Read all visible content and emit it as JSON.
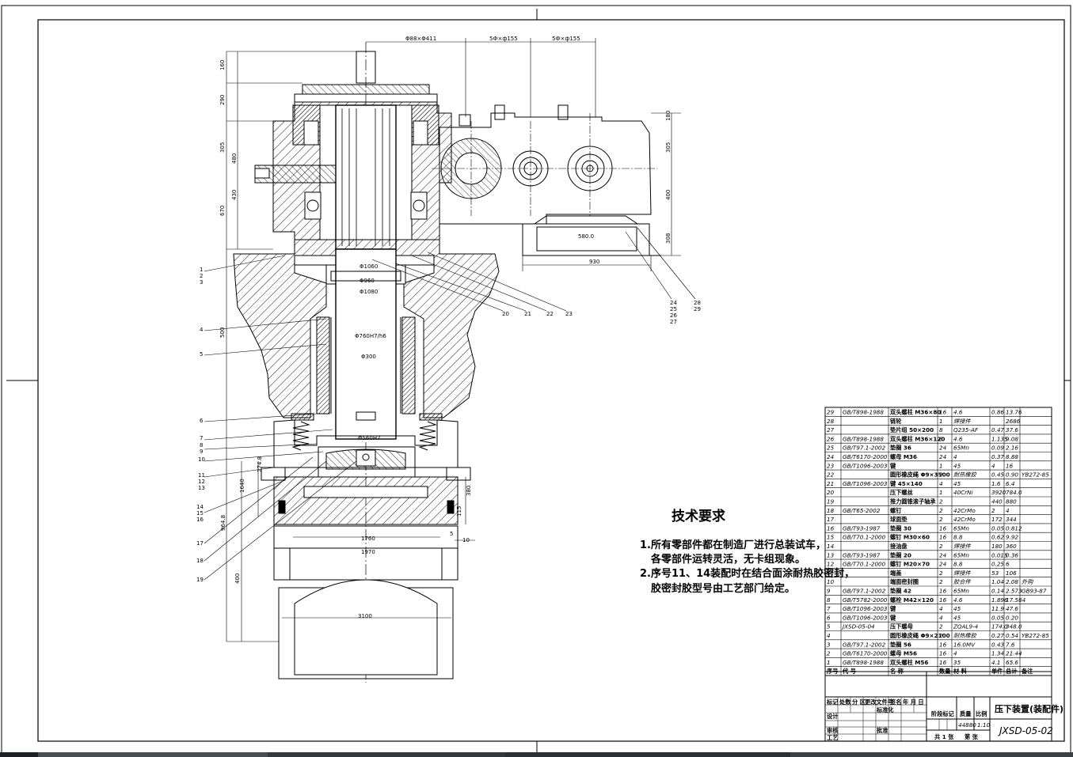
{
  "tech_requirements": {
    "title": "技术要求",
    "lines": [
      "1.所有零部件都在制造厂进行总装试车，",
      "各零部件运转灵活，无卡组现象。",
      "2.序号11、14装配时在结合面涂耐热胶密封，",
      "胶密封胶型号由工艺部门给定。"
    ]
  },
  "parts_list": {
    "rows": [
      {
        "no": "29",
        "code": "GB/T898-1988",
        "name": "双头螺柱 M36×80",
        "qty": "16",
        "material": "4.6",
        "unit": "0.86",
        "total": "13.76",
        "note": ""
      },
      {
        "no": "28",
        "code": "",
        "name": "链轮",
        "qty": "1",
        "material": "焊接件",
        "unit": "",
        "total": "2686",
        "note": ""
      },
      {
        "no": "27",
        "code": "",
        "name": "垫片组 50×200",
        "qty": "8",
        "material": "Q235-AF",
        "unit": "0.47",
        "total": "37.6",
        "note": ""
      },
      {
        "no": "26",
        "code": "GB/T898-1988",
        "name": "双头螺柱 M36×120",
        "qty": "8",
        "material": "4.6",
        "unit": "1.135",
        "total": "9.08",
        "note": ""
      },
      {
        "no": "25",
        "code": "GB/T97.1-2002",
        "name": "垫圈 36",
        "qty": "24",
        "material": "65Mn",
        "unit": "0.09",
        "total": "2.16",
        "note": ""
      },
      {
        "no": "24",
        "code": "GB/T6170-2000",
        "name": "螺母 M36",
        "qty": "24",
        "material": "4",
        "unit": "0.37",
        "total": "8.88",
        "note": ""
      },
      {
        "no": "23",
        "code": "GB/T1096-2003",
        "name": "键",
        "qty": "1",
        "material": "45",
        "unit": "4",
        "total": "16",
        "note": ""
      },
      {
        "no": "22",
        "code": "",
        "name": "圆形橡皮绳 Φ9×3500",
        "qty": "2",
        "material": "耐热橡胶",
        "unit": "0.45",
        "total": "0.90",
        "note": "YB272-85"
      },
      {
        "no": "21",
        "code": "GB/T1096-2003",
        "name": "键 45×140",
        "qty": "4",
        "material": "45",
        "unit": "1.6",
        "total": "6.4",
        "note": ""
      },
      {
        "no": "20",
        "code": "",
        "name": "压下螺丝",
        "qty": "1",
        "material": "40CrNi",
        "unit": "3920",
        "total": "784.0",
        "note": ""
      },
      {
        "no": "19",
        "code": "",
        "name": "推力圆锥滚子轴承",
        "qty": "2",
        "material": "",
        "unit": "440",
        "total": "880",
        "note": ""
      },
      {
        "no": "18",
        "code": "GB/T65-2002",
        "name": "螺钉",
        "qty": "2",
        "material": "42CrMo",
        "unit": "2",
        "total": "4",
        "note": ""
      },
      {
        "no": "17",
        "code": "",
        "name": "球面垫",
        "qty": "2",
        "material": "42CrMo",
        "unit": "172",
        "total": "344",
        "note": ""
      },
      {
        "no": "16",
        "code": "GB/T93-1987",
        "name": "垫圈 30",
        "qty": "16",
        "material": "65Mn",
        "unit": "0.05",
        "total": "0.812",
        "note": ""
      },
      {
        "no": "15",
        "code": "GB/T70.1-2000",
        "name": "螺钉 M30×60",
        "qty": "16",
        "material": "8.8",
        "unit": "0.62",
        "total": "9.92",
        "note": ""
      },
      {
        "no": "14",
        "code": "",
        "name": "接油盘",
        "qty": "2",
        "material": "焊接件",
        "unit": "180",
        "total": "360",
        "note": ""
      },
      {
        "no": "13",
        "code": "GB/T93-1987",
        "name": "垫圈 20",
        "qty": "24",
        "material": "65Mn",
        "unit": "0.015",
        "total": "0.36",
        "note": ""
      },
      {
        "no": "12",
        "code": "GB/T70.1-2000",
        "name": "螺钉 M20×70",
        "qty": "24",
        "material": "8.8",
        "unit": "0.25",
        "total": "6",
        "note": ""
      },
      {
        "no": "11",
        "code": "",
        "name": "端盖",
        "qty": "2",
        "material": "焊接件",
        "unit": "53",
        "total": "106",
        "note": ""
      },
      {
        "no": "10",
        "code": "",
        "name": "端面密封圈",
        "qty": "2",
        "material": "胶合件",
        "unit": "1.04",
        "total": "2.08",
        "note": "外购"
      },
      {
        "no": "9",
        "code": "GB/T97.1-2002",
        "name": "垫圈 42",
        "qty": "16",
        "material": "65Mn",
        "unit": "0.14",
        "total": "2.573",
        "note": "GB93-87"
      },
      {
        "no": "8",
        "code": "GB/T5782-2000",
        "name": "螺栓 M42×120",
        "qty": "16",
        "material": "4.6",
        "unit": "1.896",
        "total": "17.584",
        "note": ""
      },
      {
        "no": "7",
        "code": "GB/T1096-2003",
        "name": "键",
        "qty": "4",
        "material": "45",
        "unit": "11.9",
        "total": "47.6",
        "note": ""
      },
      {
        "no": "6",
        "code": "GB/T1096-2003",
        "name": "键",
        "qty": "4",
        "material": "45",
        "unit": "0.05",
        "total": "0.20",
        "note": ""
      },
      {
        "no": "5",
        "code": "JXSD-05-04",
        "name": "压下螺母",
        "qty": "2",
        "material": "ZQAL9-4",
        "unit": "174.0",
        "total": "348.0",
        "note": ""
      },
      {
        "no": "4",
        "code": "",
        "name": "圆形橡皮绳 Φ9×2100",
        "qty": "2",
        "material": "耐热橡胶",
        "unit": "0.27",
        "total": "0.54",
        "note": "YB272-85"
      },
      {
        "no": "3",
        "code": "GB/T97.1-2002",
        "name": "垫圈 56",
        "qty": "16",
        "material": "16.0MV",
        "unit": "0.43",
        "total": "7.6",
        "note": ""
      },
      {
        "no": "2",
        "code": "GB/T6170-2000",
        "name": "螺母 M56",
        "qty": "16",
        "material": "4",
        "unit": "1.34",
        "total": "21.44",
        "note": ""
      },
      {
        "no": "1",
        "code": "GB/T898-1988",
        "name": "双头螺柱 M56",
        "qty": "16",
        "material": "35",
        "unit": "4.1",
        "total": "65.6",
        "note": ""
      }
    ],
    "header": [
      "序号",
      "代 号",
      "名 称",
      "数量",
      "材 料",
      "单件",
      "总计",
      "备注"
    ]
  },
  "title_block": {
    "drawing_title": "压下装置(装配件)",
    "drawing_no": "JXSD-05-02",
    "mass": "44880",
    "scale": "1:10",
    "labels": {
      "stage": "阶段标记",
      "mass": "质量",
      "scale": "比例",
      "sheet_total": "共 1 张",
      "sheet_no": "第 张",
      "mark": "标记",
      "count": "处数",
      "zone": "分 区",
      "change_doc": "更改文件号",
      "sign": "签名",
      "date": "年 月 日",
      "designer": "设计",
      "standardize": "标准化",
      "checker": "审核",
      "process": "工艺",
      "approve": "批准"
    }
  },
  "dimensions": {
    "top": [
      "Φ88×Φ411",
      "5Ф×ф155",
      "5Ф×ф155"
    ],
    "left": [
      "160",
      "290",
      "305",
      "480",
      "430",
      "670",
      "500",
      "400",
      "274.8",
      "964.8",
      "1640",
      "930"
    ],
    "center": [
      "Φ1060",
      "Φ960",
      "Φ1080",
      "Φ760H7/h6",
      "Φ300",
      "Φ560H7",
      "1760",
      "1970",
      "580.0",
      "3100"
    ],
    "right_vertical": [
      "180",
      "305",
      "400",
      "308"
    ],
    "misc": [
      "115",
      "5",
      "10",
      "380"
    ]
  },
  "balloons": {
    "left": [
      "1",
      "2",
      "3",
      "4",
      "5",
      "6",
      "7",
      "8",
      "9",
      "10",
      "11",
      "12",
      "13",
      "14",
      "15",
      "16",
      "17",
      "18",
      "19"
    ],
    "upper": [
      "20",
      "21",
      "22",
      "23"
    ],
    "right": [
      "24",
      "25",
      "26",
      "27",
      "28",
      "29"
    ]
  },
  "colors": {
    "line": "#000000",
    "paper": "#ffffff",
    "taskbar": "#2a2e34"
  }
}
